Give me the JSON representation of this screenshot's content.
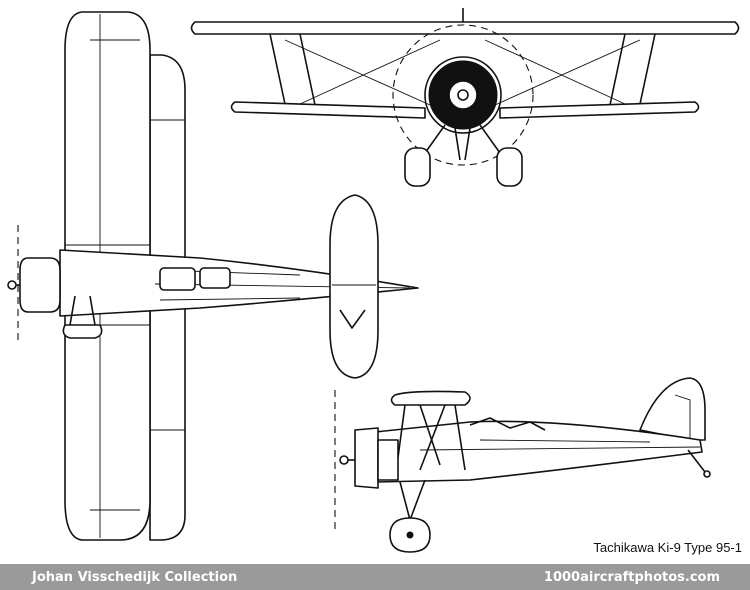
{
  "caption": "Tachikawa Ki-9 Type 95-1",
  "footer": {
    "left": "Johan Visschedijk Collection",
    "right": "1000aircraftphotos.com"
  },
  "colors": {
    "footer_bg": "#9a9a9a",
    "footer_text": "#ffffff",
    "line": "#111111",
    "background": "#ffffff"
  }
}
